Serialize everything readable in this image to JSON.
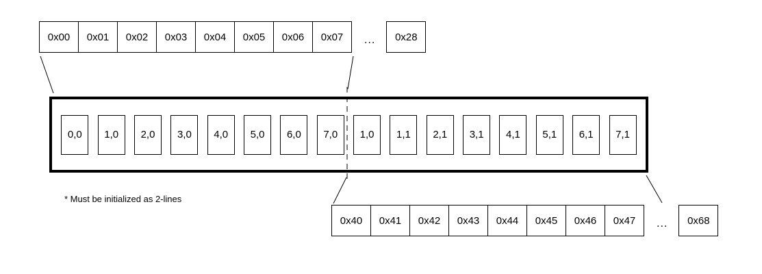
{
  "colors": {
    "foreground": "#000000",
    "background": "#ffffff"
  },
  "top_row": {
    "cells": [
      "0x00",
      "0x01",
      "0x02",
      "0x03",
      "0x04",
      "0x05",
      "0x06",
      "0x07"
    ],
    "ellipsis": "...",
    "last": "0x28"
  },
  "main": {
    "cells": [
      "0,0",
      "1,0",
      "2,0",
      "3,0",
      "4,0",
      "5,0",
      "6,0",
      "7,0",
      "1,0",
      "1,1",
      "2,1",
      "3,1",
      "4,1",
      "5,1",
      "6,1",
      "7,1"
    ]
  },
  "bottom_row": {
    "cells": [
      "0x40",
      "0x41",
      "0x42",
      "0x43",
      "0x44",
      "0x45",
      "0x46",
      "0x47"
    ],
    "ellipsis": "...",
    "last": "0x68"
  },
  "note": "* Must be initialized as 2-lines"
}
